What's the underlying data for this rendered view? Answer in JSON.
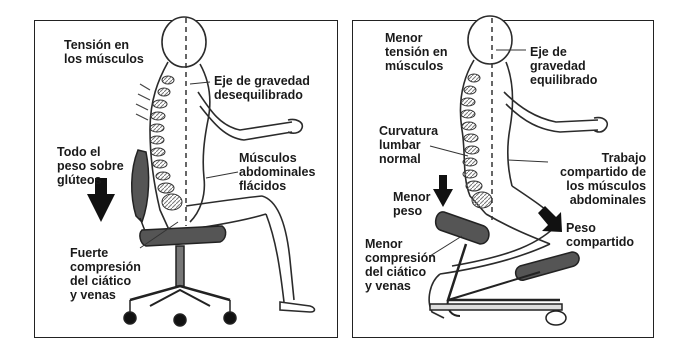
{
  "left_panel": {
    "tension_label": "Tensión en\nlos músculos",
    "gravity_axis_label": "Eje de gravedad\ndesequilibrado",
    "weight_label": "Todo el\npeso sobre\nglúteos",
    "abdominal_label": "Músculos\nabdominales\nflácidos",
    "compression_label": "Fuerte\ncompresión\ndel ciático\ny venas"
  },
  "right_panel": {
    "tension_label": "Menor\ntensión en\nmúsculos",
    "gravity_axis_label": "Eje de\ngravedad\nequilibrado",
    "lumbar_label": "Curvatura\nlumbar\nnormal",
    "abdominal_label": "Trabajo\ncompartido de\nlos músculos\nabdominales",
    "less_weight_label": "Menor\npeso",
    "shared_weight_label": "Peso\ncompartido",
    "compression_label": "Menor\ncompresión\ndel ciático\ny venas"
  },
  "colors": {
    "outline": "#2b2b2b",
    "seat": "#555555",
    "arrow": "#111111",
    "axis": "#333333"
  },
  "icons": [
    "down-arrow-icon",
    "diagonal-arrow-icon"
  ]
}
